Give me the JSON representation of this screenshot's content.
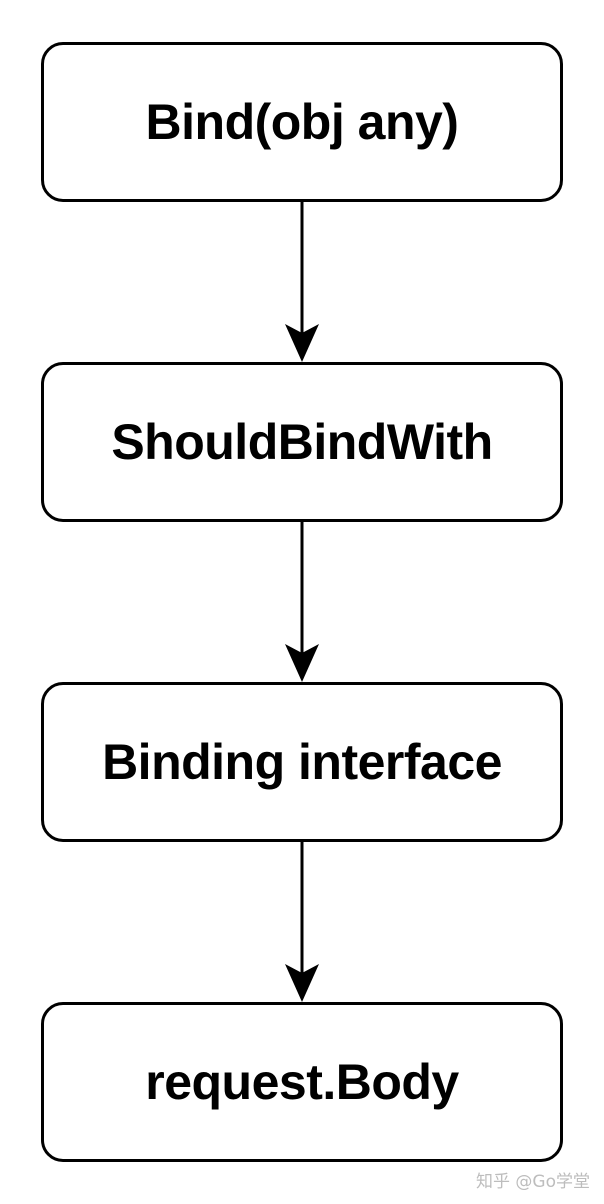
{
  "diagram": {
    "nodes": [
      {
        "label": "Bind(obj any)"
      },
      {
        "label": "ShouldBindWith"
      },
      {
        "label": "Binding interface"
      },
      {
        "label": "request.Body"
      }
    ],
    "edges": [
      {
        "from": 0,
        "to": 1
      },
      {
        "from": 1,
        "to": 2
      },
      {
        "from": 2,
        "to": 3
      }
    ]
  },
  "watermark": "知乎 @Go学堂",
  "colors": {
    "stroke": "#000000",
    "background": "#ffffff",
    "watermark": "#bdbdbd"
  }
}
